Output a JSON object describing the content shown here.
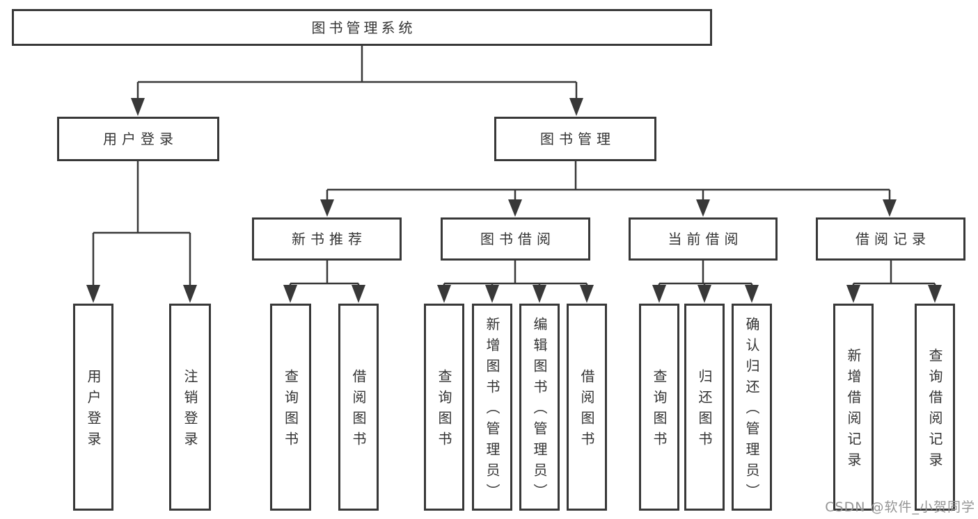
{
  "tree": {
    "label": "图书管理系统",
    "children": [
      {
        "label": "用户登录",
        "children": [
          {
            "label": "用户登录"
          },
          {
            "label": "注销登录"
          }
        ]
      },
      {
        "label": "图书管理",
        "children": [
          {
            "label": "新书推荐",
            "children": [
              {
                "label": "查询图书"
              },
              {
                "label": "借阅图书"
              }
            ]
          },
          {
            "label": "图书借阅",
            "children": [
              {
                "label": "查询图书"
              },
              {
                "label": "新增图书（管理员）"
              },
              {
                "label": "编辑图书（管理员）"
              },
              {
                "label": "借阅图书"
              }
            ]
          },
          {
            "label": "当前借阅",
            "children": [
              {
                "label": "查询图书"
              },
              {
                "label": "归还图书"
              },
              {
                "label": "确认归还（管理员）"
              }
            ]
          },
          {
            "label": "借阅记录",
            "children": [
              {
                "label": "新增借阅记录"
              },
              {
                "label": "查询借阅记录"
              }
            ]
          }
        ]
      }
    ]
  },
  "watermark": {
    "text": "CSDN @软件_小贺同学"
  },
  "colors": {
    "line": "#383838",
    "label_text": "#333333",
    "watermark_text": "#949494",
    "background": "#ffffff"
  }
}
